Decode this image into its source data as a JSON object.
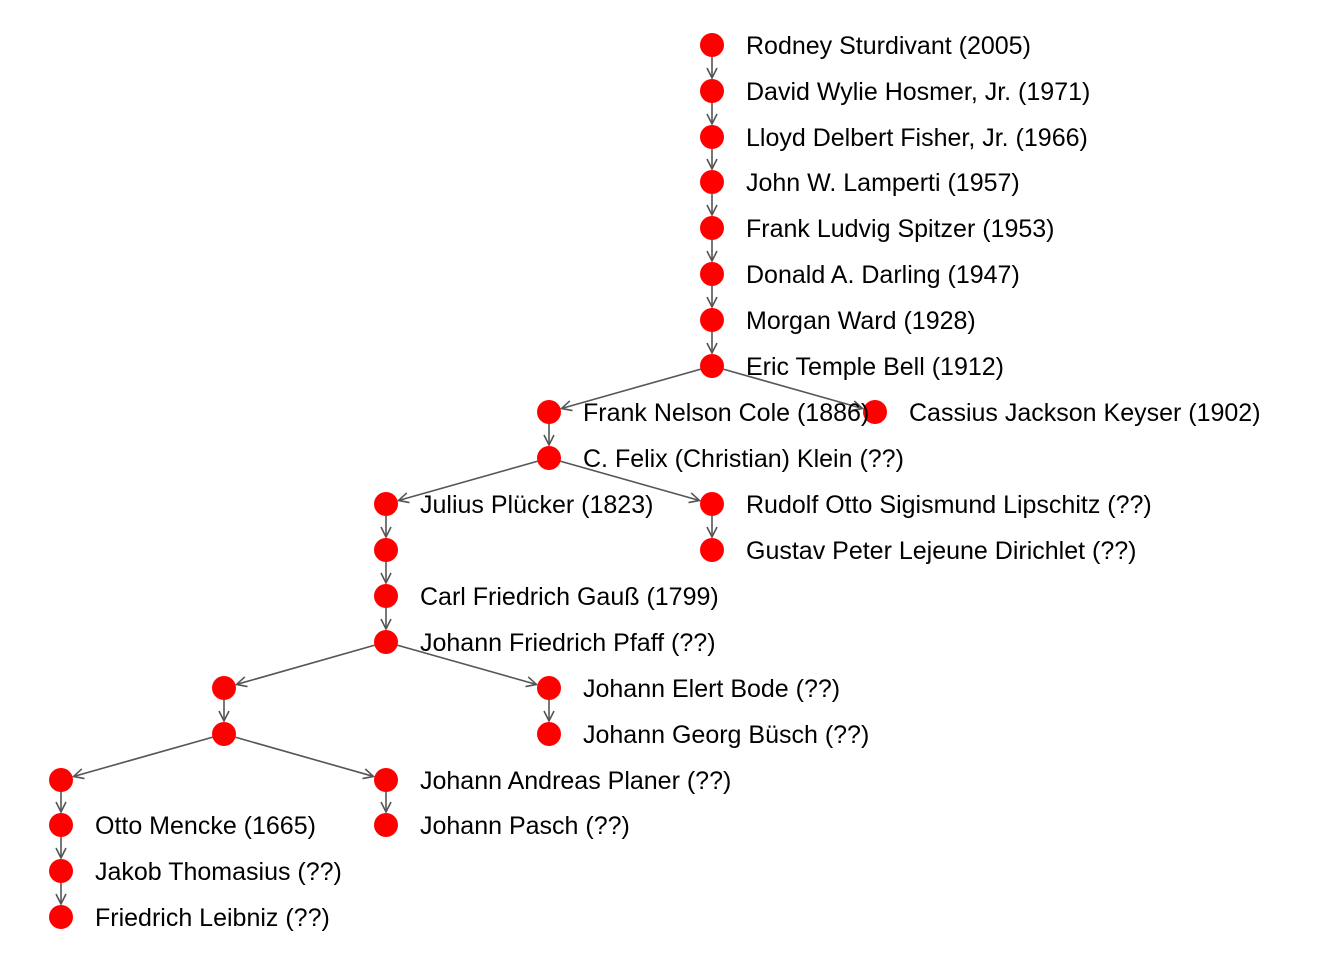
{
  "colors": {
    "node": "#ff0000",
    "edge": "#555555",
    "text": "#000000"
  },
  "nodes": [
    {
      "id": "n1",
      "label": "Rodney Sturdivant (2005)"
    },
    {
      "id": "n2",
      "label": "David Wylie Hosmer, Jr. (1971)"
    },
    {
      "id": "n3",
      "label": "Lloyd Delbert Fisher, Jr. (1966)"
    },
    {
      "id": "n4",
      "label": "John W. Lamperti (1957)"
    },
    {
      "id": "n5",
      "label": "Frank Ludvig Spitzer (1953)"
    },
    {
      "id": "n6",
      "label": "Donald A. Darling (1947)"
    },
    {
      "id": "n7",
      "label": "Morgan Ward (1928)"
    },
    {
      "id": "n8",
      "label": "Eric Temple Bell (1912)"
    },
    {
      "id": "n9",
      "label": "Frank Nelson Cole (1886)"
    },
    {
      "id": "n10",
      "label": "Cassius Jackson Keyser (1902)"
    },
    {
      "id": "n11",
      "label": "C. Felix (Christian) Klein (??)"
    },
    {
      "id": "n12",
      "label": "Julius Plücker (1823)"
    },
    {
      "id": "n13",
      "label": "Rudolf Otto Sigismund Lipschitz (??)"
    },
    {
      "id": "n14",
      "label": ""
    },
    {
      "id": "n15",
      "label": "Gustav Peter Lejeune Dirichlet (??)"
    },
    {
      "id": "n16",
      "label": "Carl Friedrich Gauß (1799)"
    },
    {
      "id": "n17",
      "label": "Johann Friedrich Pfaff (??)"
    },
    {
      "id": "n18",
      "label": ""
    },
    {
      "id": "n19",
      "label": "Johann Elert Bode (??)"
    },
    {
      "id": "n20",
      "label": ""
    },
    {
      "id": "n21",
      "label": "Johann Georg Büsch (??)"
    },
    {
      "id": "n22",
      "label": ""
    },
    {
      "id": "n23",
      "label": "Johann Andreas Planer (??)"
    },
    {
      "id": "n24",
      "label": "Otto Mencke (1665)"
    },
    {
      "id": "n25",
      "label": "Johann Pasch (??)"
    },
    {
      "id": "n26",
      "label": "Jakob Thomasius (??)"
    },
    {
      "id": "n27",
      "label": "Friedrich Leibniz (??)"
    }
  ],
  "edges": [
    [
      "n1",
      "n2"
    ],
    [
      "n2",
      "n3"
    ],
    [
      "n3",
      "n4"
    ],
    [
      "n4",
      "n5"
    ],
    [
      "n5",
      "n6"
    ],
    [
      "n6",
      "n7"
    ],
    [
      "n7",
      "n8"
    ],
    [
      "n8",
      "n9"
    ],
    [
      "n8",
      "n10"
    ],
    [
      "n9",
      "n11"
    ],
    [
      "n11",
      "n12"
    ],
    [
      "n11",
      "n13"
    ],
    [
      "n12",
      "n14"
    ],
    [
      "n13",
      "n15"
    ],
    [
      "n14",
      "n16"
    ],
    [
      "n16",
      "n17"
    ],
    [
      "n17",
      "n18"
    ],
    [
      "n17",
      "n19"
    ],
    [
      "n18",
      "n20"
    ],
    [
      "n19",
      "n21"
    ],
    [
      "n20",
      "n22"
    ],
    [
      "n20",
      "n23"
    ],
    [
      "n22",
      "n24"
    ],
    [
      "n23",
      "n25"
    ],
    [
      "n24",
      "n26"
    ],
    [
      "n26",
      "n27"
    ]
  ]
}
